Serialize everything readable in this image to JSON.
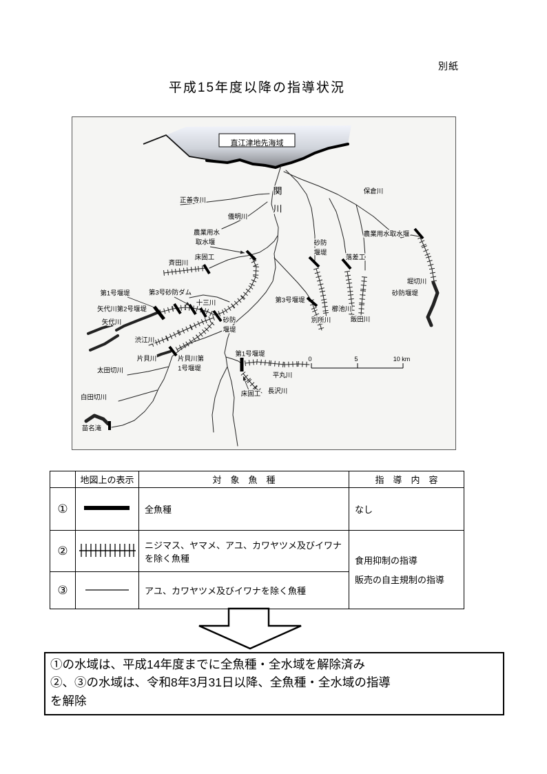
{
  "page": {
    "tag": "別紙",
    "title": "平成15年度以降の指導状況"
  },
  "map": {
    "sea_label": "直江津地先海域",
    "scale": {
      "zero": "0",
      "five": "5",
      "ten": "10 km"
    },
    "labels": [
      {
        "id": "seki1",
        "text": "関"
      },
      {
        "id": "seki2",
        "text": "川"
      },
      {
        "id": "shozenji",
        "text": "正善寺川"
      },
      {
        "id": "gimyo",
        "text": "儀明川"
      },
      {
        "id": "hokura",
        "text": "保倉川"
      },
      {
        "id": "agriL1",
        "text": "農業用水"
      },
      {
        "id": "agriL2",
        "text": "取水堰"
      },
      {
        "id": "tokokoU",
        "text": "床固工"
      },
      {
        "id": "saida",
        "text": "斉田川"
      },
      {
        "id": "saboM1",
        "text": "砂防"
      },
      {
        "id": "saboM2",
        "text": "堰堤"
      },
      {
        "id": "rakusa",
        "text": "落差工"
      },
      {
        "id": "agriR",
        "text": "農業用水取水堰"
      },
      {
        "id": "horikiri",
        "text": "堀切川"
      },
      {
        "id": "saboR",
        "text": "砂防堰堤"
      },
      {
        "id": "dai1UL",
        "text": "第1号堰堤"
      },
      {
        "id": "dai3dam",
        "text": "第3号砂防ダム"
      },
      {
        "id": "yashiro2",
        "text": "矢代川第2号堰堤"
      },
      {
        "id": "jusan",
        "text": "十三川"
      },
      {
        "id": "saboC1",
        "text": "砂防"
      },
      {
        "id": "saboC2",
        "text": "堰堤"
      },
      {
        "id": "dai3M",
        "text": "第3号堰堤"
      },
      {
        "id": "kushiike",
        "text": "櫛池川"
      },
      {
        "id": "bessho",
        "text": "別所川"
      },
      {
        "id": "iida",
        "text": "飯田川"
      },
      {
        "id": "yashiro",
        "text": "矢代川"
      },
      {
        "id": "shibue",
        "text": "渋江川"
      },
      {
        "id": "katakai",
        "text": "片貝川"
      },
      {
        "id": "katakai1a",
        "text": "片貝川第"
      },
      {
        "id": "katakai1b",
        "text": "1号堰堤"
      },
      {
        "id": "otagiri",
        "text": "太田切川"
      },
      {
        "id": "dai1B",
        "text": "第1号堰堤"
      },
      {
        "id": "hiramaru",
        "text": "平丸川"
      },
      {
        "id": "tokokoB",
        "text": "床固工"
      },
      {
        "id": "nagasawa",
        "text": "長沢川"
      },
      {
        "id": "shiratagiri",
        "text": "白田切川"
      },
      {
        "id": "naena",
        "text": "苗名滝"
      }
    ]
  },
  "legend_table": {
    "headers": [
      "",
      "地図上の表示",
      "対　象　魚　種",
      "指　導　内　容"
    ],
    "rows": [
      {
        "num": "①",
        "symbol": "thick-line",
        "species": "全魚種",
        "guidance": "なし"
      },
      {
        "num": "②",
        "symbol": "hatched-line",
        "species": "ニジマス、ヤマメ、アユ、カワヤツメ及びイワナを除く魚種"
      },
      {
        "num": "③",
        "symbol": "thin-line",
        "species": "アユ、カワヤツメ及びイワナを除く魚種"
      }
    ],
    "merged_guidance": [
      "食用抑制の指導",
      "販売の自主規制の指導"
    ]
  },
  "note_box": {
    "lines": [
      "①の水域は、平成14年度までに全魚種・全水域を解除済み",
      "②、③の水域は、令和8年3月31日以降、全魚種・全水域の指導",
      "を解除"
    ]
  }
}
